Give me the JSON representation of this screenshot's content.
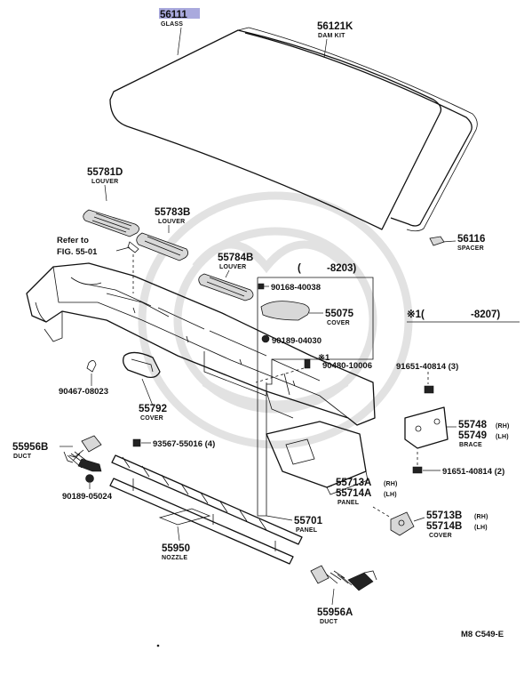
{
  "labels": {
    "glass_pn": "56111",
    "glass_nm": "GLASS",
    "dam_pn": "56121K",
    "dam_nm": "DAM KIT",
    "louver1_pn": "55781D",
    "louver1_nm": "LOUVER",
    "louver2_pn": "55783B",
    "louver2_nm": "LOUVER",
    "louver3_pn": "55784B",
    "louver3_nm": "LOUVER",
    "refer_line1": "Refer to",
    "refer_line2": "FIG. 55-01",
    "spacer_pn": "56116",
    "spacer_nm": "SPACER",
    "bracket_open": "(",
    "bracket_range": "-8203)",
    "screw1": "90168-40038",
    "cover55075_pn": "55075",
    "cover55075_nm": "COVER",
    "nut1": "90189-04030",
    "note_mark": "※1(",
    "note_range": "-8207)",
    "star_mark": "※1",
    "bolt1": "90480-10006",
    "clip1": "90467-08023",
    "nut2": "91651-40814 (3)",
    "cover55792_pn": "55792",
    "cover55792_nm": "COVER",
    "brace_rh_pn": "55748",
    "brace_rh_side": "(RH)",
    "brace_lh_pn": "55749",
    "brace_lh_side": "(LH)",
    "brace_nm": "BRACE",
    "duct1_pn": "55956B",
    "duct1_nm": "DUCT",
    "screw2": "93567-55016 (4)",
    "panel_rh_pn": "55713A",
    "panel_rh_side": "(RH)",
    "panel_lh_pn": "55714A",
    "panel_lh_side": "(LH)",
    "panel_nm": "PANEL",
    "nut3": "91651-40814 (2)",
    "nut4": "90189-05024",
    "panel55701_pn": "55701",
    "panel55701_nm": "PANEL",
    "cover_rh_pn": "55713B",
    "cover_rh_side": "(RH)",
    "cover_lh_pn": "55714B",
    "cover_lh_side": "(LH)",
    "cover_nm": "COVER",
    "nozzle_pn": "55950",
    "nozzle_nm": "NOZZLE",
    "duct2_pn": "55956A",
    "duct2_nm": "DUCT",
    "footer": "M8  C549-E"
  },
  "colors": {
    "highlight": "#a9a9dd",
    "line": "#111111"
  }
}
